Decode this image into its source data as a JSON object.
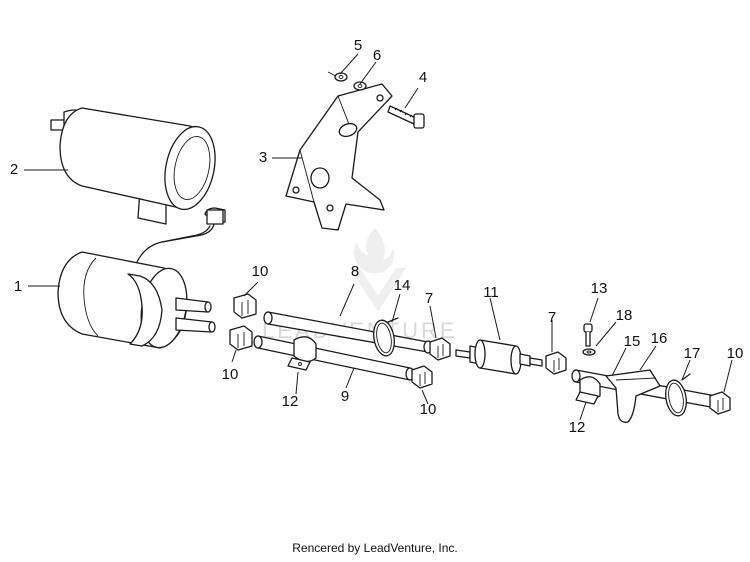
{
  "callouts": [
    "1",
    "2",
    "3",
    "4",
    "5",
    "6",
    "7",
    "7",
    "8",
    "9",
    "10",
    "10",
    "10",
    "10",
    "11",
    "12",
    "12",
    "13",
    "14",
    "15",
    "16",
    "17",
    "18"
  ],
  "watermark": "LEADVENTURE",
  "credit": "Rencered by LeadVenture, Inc."
}
